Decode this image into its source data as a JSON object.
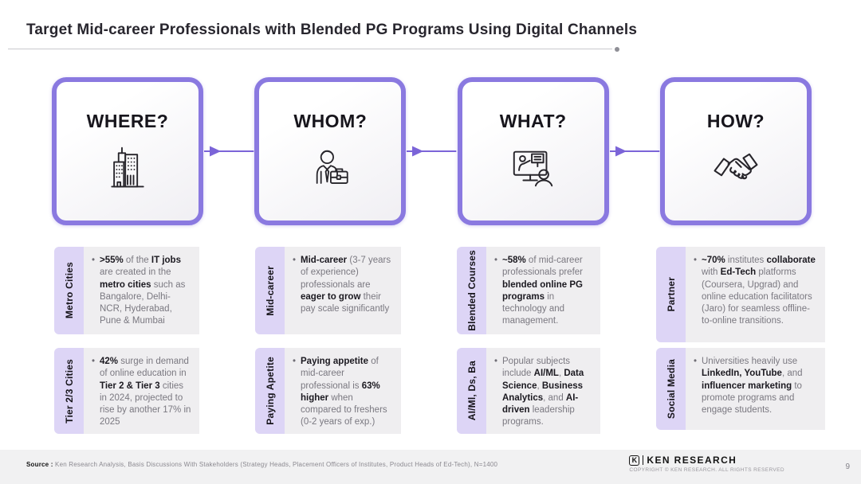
{
  "slide": {
    "title": "Target Mid-career Professionals with Blended PG Programs Using Digital Channels",
    "page_number": "9"
  },
  "flow": {
    "boxes": [
      {
        "title": "WHERE?",
        "icon": "building-icon"
      },
      {
        "title": "WHOM?",
        "icon": "professional-icon"
      },
      {
        "title": "WHAT?",
        "icon": "online-class-icon"
      },
      {
        "title": "HOW?",
        "icon": "handshake-icon"
      }
    ]
  },
  "colors": {
    "box_border": "#8a79e0",
    "arrow": "#7b64d8",
    "label_bg": "#ddd5f6",
    "card_bg": "#efeef0",
    "bold_text": "#1b1920",
    "body_text": "#7a7880"
  },
  "cards": [
    {
      "label": "Metro Cities",
      "segments": [
        {
          "t": ">55%",
          "b": true
        },
        {
          "t": " of the ",
          "b": false
        },
        {
          "t": "IT jobs",
          "b": true
        },
        {
          "t": " are created in the ",
          "b": false
        },
        {
          "t": "metro cities",
          "b": true
        },
        {
          "t": " such as Bangalore, Delhi-NCR, Hyderabad, Pune & Mumbai",
          "b": false
        }
      ]
    },
    {
      "label": "Tier 2/3 Cities",
      "segments": [
        {
          "t": "42%",
          "b": true
        },
        {
          "t": " surge in demand of online education in ",
          "b": false
        },
        {
          "t": "Tier 2 & Tier 3",
          "b": true
        },
        {
          "t": " cities in 2024, projected to rise by another 17% in 2025",
          "b": false
        }
      ]
    },
    {
      "label": "Mid-career",
      "segments": [
        {
          "t": "Mid-career",
          "b": true
        },
        {
          "t": " (3-7 years of experience) professionals are ",
          "b": false
        },
        {
          "t": "eager to grow",
          "b": true
        },
        {
          "t": " their pay scale significantly",
          "b": false
        }
      ]
    },
    {
      "label": "Paying Apetite",
      "segments": [
        {
          "t": "Paying appetite",
          "b": true
        },
        {
          "t": " of mid-career professional is ",
          "b": false
        },
        {
          "t": "63% higher",
          "b": true
        },
        {
          "t": " when compared to freshers (0-2 years of exp.)",
          "b": false
        }
      ]
    },
    {
      "label": "Blended Courses",
      "segments": [
        {
          "t": "~58%",
          "b": true
        },
        {
          "t": " of mid-career professionals prefer ",
          "b": false
        },
        {
          "t": "blended online PG programs",
          "b": true
        },
        {
          "t": " in technology and management.",
          "b": false
        }
      ]
    },
    {
      "label": "AI/Ml, Ds, Ba",
      "segments": [
        {
          "t": "Popular subjects include ",
          "b": false
        },
        {
          "t": "AI/ML",
          "b": true
        },
        {
          "t": ", ",
          "b": false
        },
        {
          "t": "Data Science",
          "b": true
        },
        {
          "t": ", ",
          "b": false
        },
        {
          "t": "Business Analytics",
          "b": true
        },
        {
          "t": ", and ",
          "b": false
        },
        {
          "t": "AI-driven",
          "b": true
        },
        {
          "t": " leadership programs.",
          "b": false
        }
      ]
    },
    {
      "label": "Partner",
      "segments": [
        {
          "t": "~70%",
          "b": true
        },
        {
          "t": " institutes ",
          "b": false
        },
        {
          "t": "collaborate",
          "b": true
        },
        {
          "t": " with ",
          "b": false
        },
        {
          "t": "Ed-Tech",
          "b": true
        },
        {
          "t": " platforms (Coursera, Upgrad) and online education facilitators (Jaro) for seamless offline-to-online transitions.",
          "b": false
        }
      ]
    },
    {
      "label": "Social Media",
      "segments": [
        {
          "t": "Universities heavily use ",
          "b": false
        },
        {
          "t": "LinkedIn, YouTube",
          "b": true
        },
        {
          "t": ", and ",
          "b": false
        },
        {
          "t": "influencer marketing",
          "b": true
        },
        {
          "t": " to promote programs and engage students.",
          "b": false
        }
      ]
    }
  ],
  "footer": {
    "source_label": "Source :",
    "source_text": "Ken Research Analysis, Basis Discussions With Stakeholders (Strategy Heads, Placement Officers of Institutes, Product Heads of Ed-Tech), N=1400",
    "logo_mark": "K",
    "logo_text": "KEN RESEARCH",
    "copyright": "COPYRIGHT © KEN RESEARCH. ALL RIGHTS RESERVED"
  }
}
